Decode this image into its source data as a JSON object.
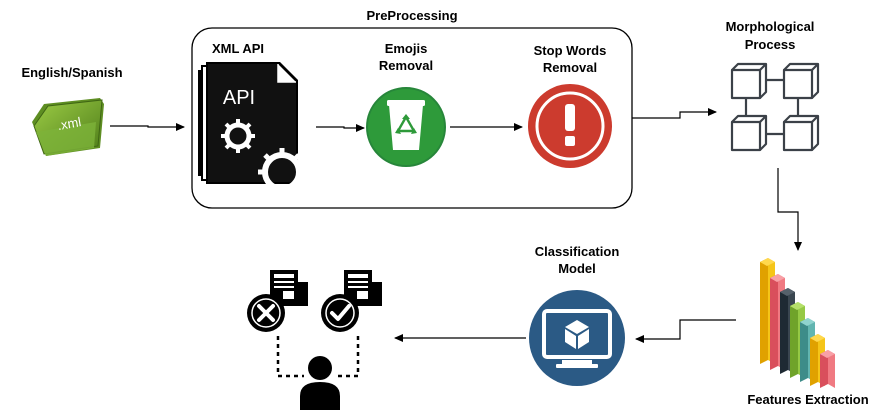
{
  "labels": {
    "preprocessing": "PreProcessing",
    "english_spanish": "English/Spanish",
    "xml_api": "XML API",
    "emojis_removal_1": "Emojis",
    "emojis_removal_2": "Removal",
    "stop_words_1": "Stop Words",
    "stop_words_2": "Removal",
    "morphological_1": "Morphological",
    "morphological_2": "Process",
    "classification_1": "Classification",
    "classification_2": "Model",
    "features_extraction": "Features Extraction"
  },
  "icons": {
    "xml_file_text": ".xml",
    "api_text": "API"
  },
  "colors": {
    "emoji_green": "#2e9a3a",
    "stop_red": "#cc3b2e",
    "monitor_blue": "#2b5a85",
    "dark": "#1a1a1a",
    "cube_gray": "#3b4148"
  }
}
